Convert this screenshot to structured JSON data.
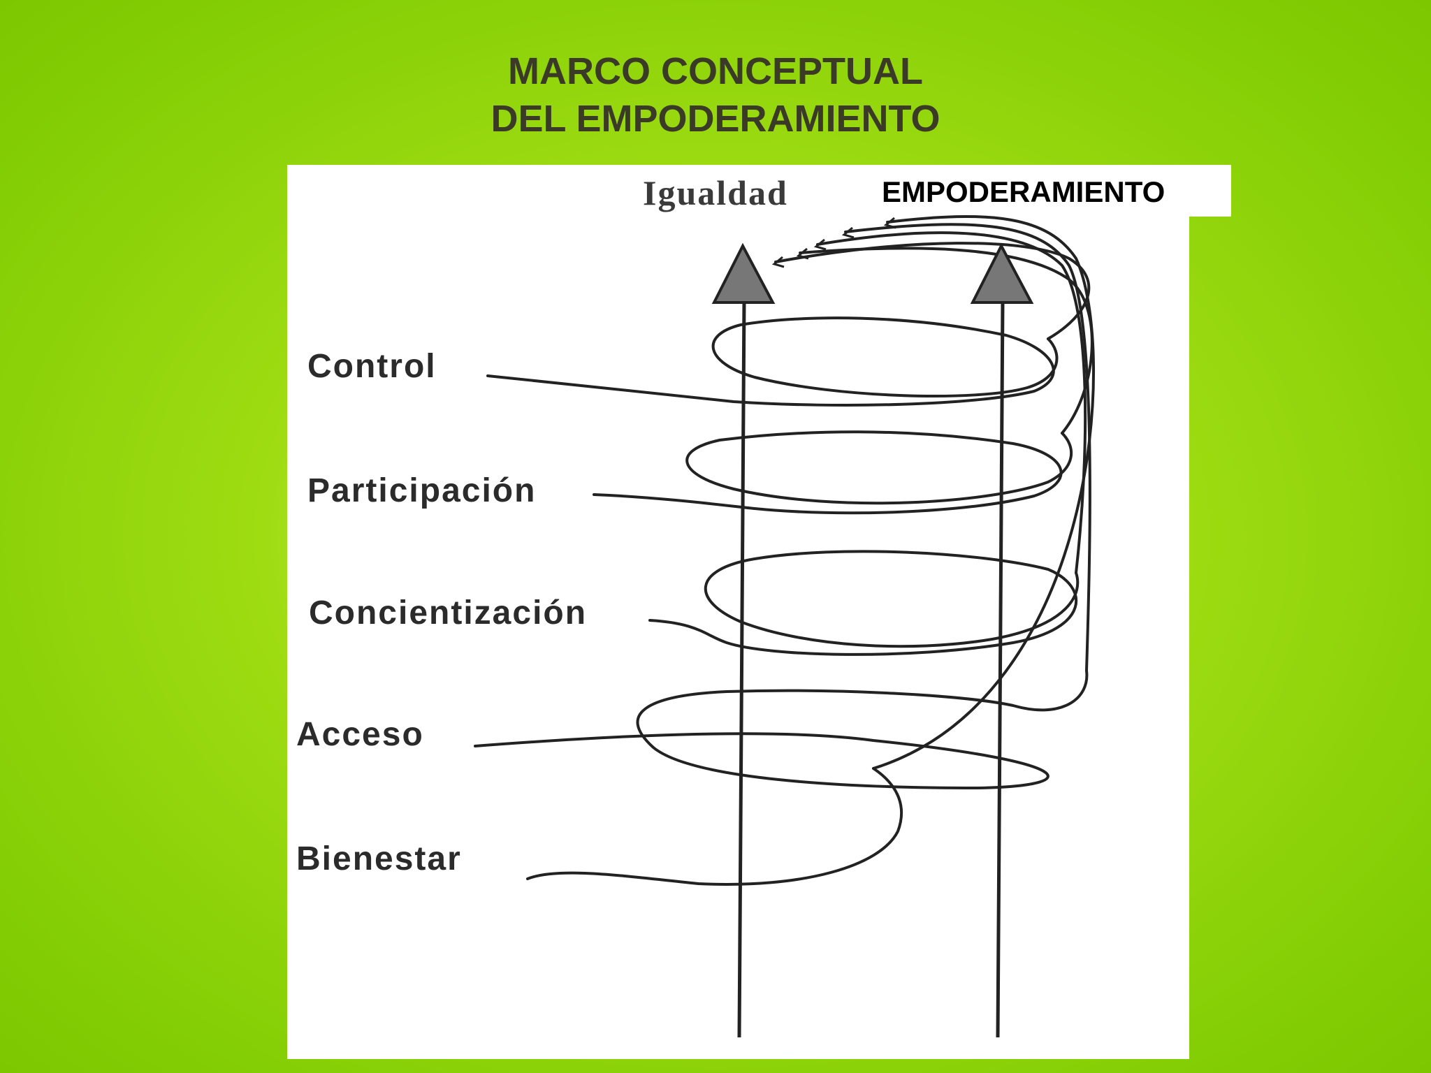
{
  "title": {
    "line1": "MARCO CONCEPTUAL",
    "line2": "DEL EMPODERAMIENTO"
  },
  "tag": "EMPODERAMIENTO",
  "diagram": {
    "top_label": "Igualdad",
    "levels": [
      "Control",
      "Participación",
      "Concientización",
      "Acceso",
      "Bienestar"
    ]
  },
  "colors": {
    "background": "#8fd400",
    "title": "#3a3a26",
    "ink": "#2b2b2b"
  }
}
